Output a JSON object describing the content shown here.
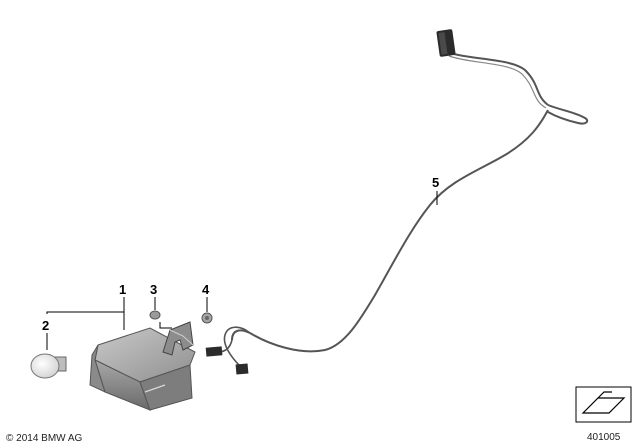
{
  "callouts": {
    "part_1": "1",
    "part_2": "2",
    "part_3": "3",
    "part_4": "4",
    "part_5": "5"
  },
  "footer": {
    "copyright": "© 2014 BMW AG",
    "diagram_number": "401005"
  },
  "icons": {
    "folder": "folder-arrow-icon"
  }
}
